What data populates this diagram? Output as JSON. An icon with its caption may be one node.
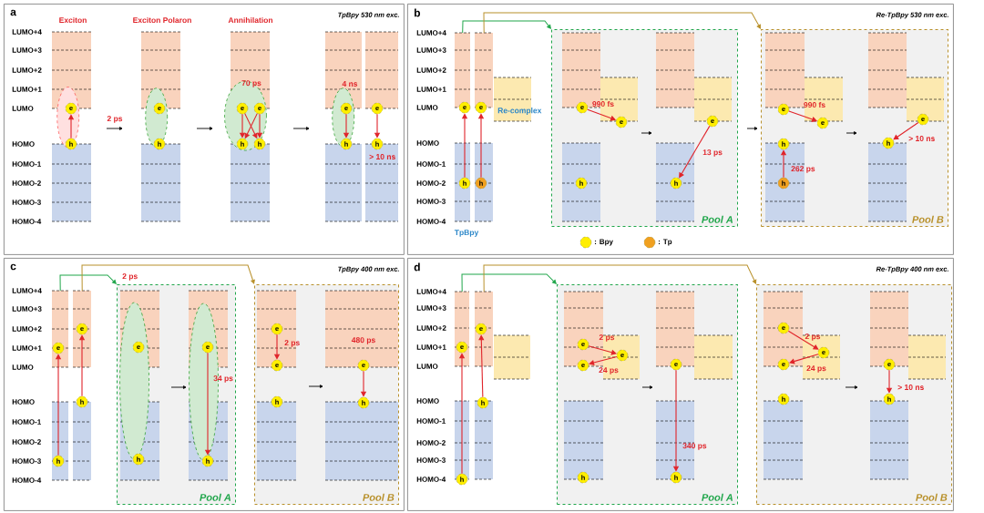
{
  "diagram": {
    "nodes": [
      {
        "text": [
          "a",
          "TpBpy 530 nm exc."
        ]
      },
      {
        "text": [
          "e"
        ],
        "in": 72
      },
      {
        "text": [
          "h"
        ],
        "in": 72
      },
      {
        "text": [
          "e"
        ],
        "in": 73
      },
      {
        "text": [
          "h"
        ],
        "in": 73
      },
      {
        "text": [
          "e"
        ],
        "in": 74
      },
      {
        "text": [
          "e"
        ],
        "in": 74
      },
      {
        "text": [
          "h"
        ],
        "in": 74
      },
      {
        "text": [
          "h"
        ],
        "in": 74
      },
      {
        "text": [
          "e"
        ],
        "in": 75
      },
      {
        "text": [
          "h"
        ],
        "in": 75
      },
      {
        "text": [
          "e"
        ],
        "in": 0
      },
      {
        "text": [
          "h"
        ],
        "in": 0
      },
      {
        "text": [
          "b",
          "Re-TpBpy 530 nm exc."
        ]
      },
      {
        "text": [
          "e"
        ],
        "in": 66
      },
      {
        "text": [
          "e"
        ],
        "in": 67
      },
      {
        "text": [
          "h"
        ],
        "in": 66
      },
      {
        "text": [
          "h"
        ],
        "in": 67
      },
      {
        "text": [
          "Pool A"
        ],
        "in": 13
      },
      {
        "text": [
          "e"
        ],
        "in": 18
      },
      {
        "text": [
          "e"
        ],
        "in": 18
      },
      {
        "text": [
          "h"
        ],
        "in": 18
      },
      {
        "text": [
          "e"
        ],
        "in": 18
      },
      {
        "text": [
          "h"
        ],
        "in": 18
      },
      {
        "text": [
          "Pool B"
        ],
        "in": 13
      },
      {
        "text": [
          "e"
        ],
        "in": 24
      },
      {
        "text": [
          "e"
        ],
        "in": 24
      },
      {
        "text": [
          "h"
        ],
        "in": 24
      },
      {
        "text": [
          "h"
        ],
        "in": 24
      },
      {
        "text": [
          "e"
        ],
        "in": 24
      },
      {
        "text": [
          "h"
        ],
        "in": 24
      },
      {
        "text": [
          "c",
          "TpBpy 400 nm exc."
        ]
      },
      {
        "text": [
          "e"
        ],
        "in": 68
      },
      {
        "text": [
          "e"
        ],
        "in": 69
      },
      {
        "text": [
          "h"
        ],
        "in": 68
      },
      {
        "text": [
          "h"
        ],
        "in": 69
      },
      {
        "text": [
          "Pool A"
        ],
        "in": 31
      },
      {
        "text": [
          "e"
        ],
        "in": 76
      },
      {
        "text": [
          "h"
        ],
        "in": 76
      },
      {
        "text": [
          "e"
        ],
        "in": 77
      },
      {
        "text": [
          "h"
        ],
        "in": 77
      },
      {
        "text": [
          "Pool B"
        ],
        "in": 31
      },
      {
        "text": [
          "e"
        ],
        "in": 41
      },
      {
        "text": [
          "e"
        ],
        "in": 41
      },
      {
        "text": [
          "h"
        ],
        "in": 41
      },
      {
        "text": [
          "e"
        ],
        "in": 41
      },
      {
        "text": [
          "h"
        ],
        "in": 41
      },
      {
        "text": [
          "d",
          "Re-TpBpy 400 nm exc."
        ]
      },
      {
        "text": [
          "e"
        ],
        "in": 70
      },
      {
        "text": [
          "e"
        ],
        "in": 71
      },
      {
        "text": [
          "h"
        ],
        "in": 70
      },
      {
        "text": [
          "h"
        ],
        "in": 71
      },
      {
        "text": [
          "Pool A"
        ],
        "in": 47
      },
      {
        "text": [
          "e"
        ],
        "in": 52
      },
      {
        "text": [
          "e"
        ],
        "in": 52
      },
      {
        "text": [
          "e"
        ],
        "in": 52
      },
      {
        "text": [
          "h"
        ],
        "in": 52
      },
      {
        "text": [
          "e"
        ],
        "in": 52
      },
      {
        "text": [
          "h"
        ],
        "in": 52
      },
      {
        "text": [
          "Pool B"
        ],
        "in": 47
      },
      {
        "text": [
          "e"
        ],
        "in": 59
      },
      {
        "text": [
          "e"
        ],
        "in": 59
      },
      {
        "text": [
          "e"
        ],
        "in": 59
      },
      {
        "text": [
          "h"
        ],
        "in": 59
      },
      {
        "text": [
          "e"
        ],
        "in": 59
      },
      {
        "text": [
          "h"
        ],
        "in": 59
      },
      {
        "text": [],
        "shape": "bar",
        "in": 13
      },
      {
        "text": [],
        "shape": "bar",
        "in": 13
      },
      {
        "text": [],
        "shape": "bar",
        "in": 31
      },
      {
        "text": [],
        "shape": "bar",
        "in": 31
      },
      {
        "text": [],
        "shape": "bar",
        "in": 47
      },
      {
        "text": [],
        "shape": "bar",
        "in": 47
      },
      {
        "text": [],
        "shape": "ellipse",
        "in": 0
      },
      {
        "text": [],
        "shape": "ellipse",
        "in": 0
      },
      {
        "text": [],
        "shape": "ellipse",
        "in": 0
      },
      {
        "text": [],
        "shape": "ellipse",
        "in": 0
      },
      {
        "text": [],
        "shape": "ellipse",
        "in": 36
      },
      {
        "text": [],
        "shape": "ellipse",
        "in": 36
      }
    ],
    "edges": [
      {
        "from": 2,
        "to": 1,
        "arrow": "to"
      },
      {
        "from": 5,
        "to": 7,
        "arrow": "to"
      },
      {
        "from": 6,
        "to": 8,
        "arrow": "to"
      },
      {
        "from": 5,
        "to": 8,
        "arrow": "to"
      },
      {
        "from": 6,
        "to": 7,
        "arrow": "to"
      },
      {
        "from": 9,
        "to": 10,
        "arrow": "to"
      },
      {
        "from": 11,
        "to": 12,
        "arrow": "to",
        "label": "> 10 ns"
      },
      {
        "from": 16,
        "to": 14,
        "arrow": "to"
      },
      {
        "from": 17,
        "to": 15,
        "arrow": "to"
      },
      {
        "from": 66,
        "to": 18,
        "arrow": "to",
        "color": "#1fa64a"
      },
      {
        "from": 67,
        "to": 24,
        "arrow": "to",
        "color": "#b8902a"
      },
      {
        "from": 19,
        "to": 20,
        "arrow": "to",
        "label": "990 fs"
      },
      {
        "from": 22,
        "to": 23,
        "arrow": "to",
        "label": "13 ps"
      },
      {
        "from": 25,
        "to": 26,
        "arrow": "to",
        "label": "990 fs"
      },
      {
        "from": 28,
        "to": 27,
        "arrow": "to",
        "label": "262 ps"
      },
      {
        "from": 29,
        "to": 30,
        "arrow": "to",
        "label": "> 10 ns"
      },
      {
        "from": 34,
        "to": 32,
        "arrow": "to"
      },
      {
        "from": 35,
        "to": 33,
        "arrow": "to"
      },
      {
        "from": 68,
        "to": 36,
        "arrow": "to",
        "color": "#1fa64a"
      },
      {
        "from": 69,
        "to": 41,
        "arrow": "to",
        "color": "#b8902a"
      },
      {
        "from": 39,
        "to": 40,
        "arrow": "to",
        "label": "34 ps"
      },
      {
        "from": 42,
        "to": 43,
        "arrow": "to",
        "label": "2 ps"
      },
      {
        "from": 45,
        "to": 46,
        "arrow": "to",
        "label": "480 ps"
      },
      {
        "from": 50,
        "to": 48,
        "arrow": "to"
      },
      {
        "from": 51,
        "to": 49,
        "arrow": "to"
      },
      {
        "from": 70,
        "to": 52,
        "arrow": "to",
        "color": "#1fa64a"
      },
      {
        "from": 71,
        "to": 59,
        "arrow": "to",
        "color": "#b8902a"
      },
      {
        "from": 53,
        "to": 54,
        "arrow": "to",
        "label": "2 ps"
      },
      {
        "from": 54,
        "to": 55,
        "arrow": "to",
        "label": "24 ps"
      },
      {
        "from": 57,
        "to": 58,
        "arrow": "to",
        "label": "340 ps"
      },
      {
        "from": 60,
        "to": 61,
        "arrow": "to",
        "label": "2 ps"
      },
      {
        "from": 61,
        "to": 62,
        "arrow": "to",
        "label": "24 ps"
      },
      {
        "from": 64,
        "to": 65,
        "arrow": "to",
        "label": "> 10 ns"
      }
    ],
    "labels": [
      "Exciton",
      "Exciton Polaron",
      "Annihilation",
      "LUMO+4",
      "LUMO+3",
      "LUMO+2",
      "LUMO+1",
      "LUMO",
      "HOMO",
      "HOMO-1",
      "HOMO-2",
      "HOMO-3",
      "HOMO-4",
      "2 ps",
      "70 ps",
      "4 ns",
      "LUMO+4",
      "LUMO+3",
      "LUMO+2",
      "LUMO+1",
      "LUMO",
      "HOMO",
      "HOMO-1",
      "HOMO-2",
      "HOMO-3",
      "HOMO-4",
      "Re-complex",
      "TpBpy",
      "2 ps",
      "LUMO+4",
      "LUMO+3",
      "LUMO+2",
      "LUMO+1",
      "LUMO",
      "HOMO",
      "HOMO-1",
      "HOMO-2",
      "HOMO-3",
      "HOMO-4",
      "LUMO+4",
      "LUMO+3",
      "LUMO+2",
      "LUMO+1",
      "LUMO",
      "HOMO",
      "HOMO-1",
      "HOMO-2",
      "HOMO-3",
      "HOMO-4"
    ],
    "legend": [
      {
        "text": ": Bpy",
        "color": "#ffee00"
      },
      {
        "text": ": Tp",
        "color": "#f0a020"
      }
    ]
  }
}
